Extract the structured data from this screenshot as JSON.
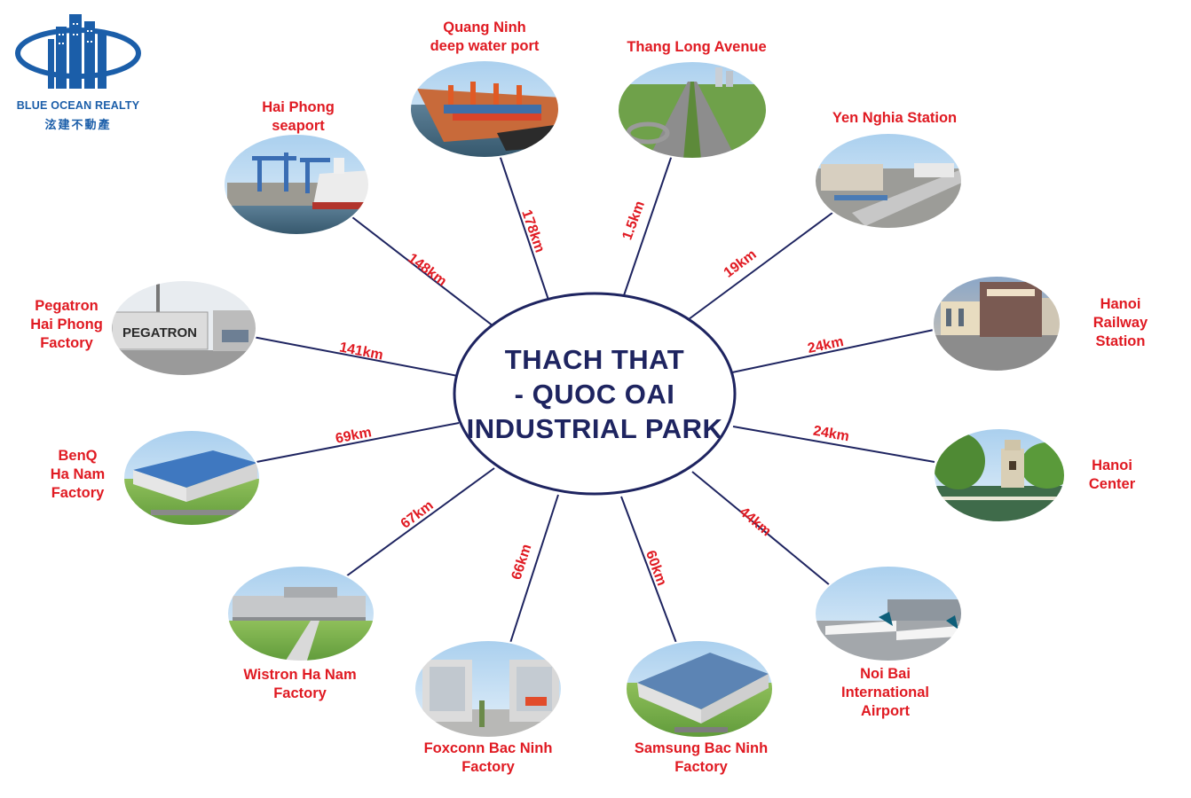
{
  "logo": {
    "name": "BLUE OCEAN REALTY",
    "chinese": "泫建不動產",
    "color": "#1b5ea9"
  },
  "center": {
    "lines": [
      "THACH THAT",
      "- QUOC OAI",
      "INDUSTRIAL PARK"
    ],
    "color": "#1e2460"
  },
  "colors": {
    "label": "#e01a22",
    "connector": "#1e2460"
  },
  "destinations": [
    {
      "id": "quang-ninh-port",
      "label": [
        "Quang Ninh",
        "deep water port"
      ],
      "distance": "178km",
      "icon": "container-port-photo"
    },
    {
      "id": "thang-long-avenue",
      "label": [
        "Thang Long Avenue"
      ],
      "distance": "1.5km",
      "icon": "highway-photo"
    },
    {
      "id": "yen-nghia-station",
      "label": [
        "Yen Nghia Station"
      ],
      "distance": "19km",
      "icon": "metro-station-photo"
    },
    {
      "id": "hanoi-railway-station",
      "label": [
        "Hanoi",
        "Railway",
        "Station"
      ],
      "distance": "24km",
      "icon": "railway-station-photo"
    },
    {
      "id": "hanoi-center",
      "label": [
        "Hanoi",
        "Center"
      ],
      "distance": "24km",
      "icon": "lake-tower-photo"
    },
    {
      "id": "noi-bai-airport",
      "label": [
        "Noi Bai",
        "International",
        "Airport"
      ],
      "distance": "44km",
      "icon": "airport-photo"
    },
    {
      "id": "samsung-bac-ninh",
      "label": [
        "Samsung Bac Ninh",
        "Factory"
      ],
      "distance": "60km",
      "icon": "factory-photo"
    },
    {
      "id": "foxconn-bac-ninh",
      "label": [
        "Foxconn Bac Ninh",
        "Factory"
      ],
      "distance": "66km",
      "icon": "factory-photo"
    },
    {
      "id": "wistron-ha-nam",
      "label": [
        "Wistron Ha Nam",
        "Factory"
      ],
      "distance": "67km",
      "icon": "factory-photo"
    },
    {
      "id": "benq-ha-nam",
      "label": [
        "BenQ",
        "Ha Nam",
        "Factory"
      ],
      "distance": "69km",
      "icon": "factory-photo"
    },
    {
      "id": "pegatron-hai-phong",
      "label": [
        "Pegatron",
        "Hai Phong",
        "Factory"
      ],
      "distance": "141km",
      "icon": "factory-sign-photo"
    },
    {
      "id": "hai-phong-seaport",
      "label": [
        "Hai Phong",
        "seaport"
      ],
      "distance": "148km",
      "icon": "seaport-cranes-photo"
    }
  ]
}
